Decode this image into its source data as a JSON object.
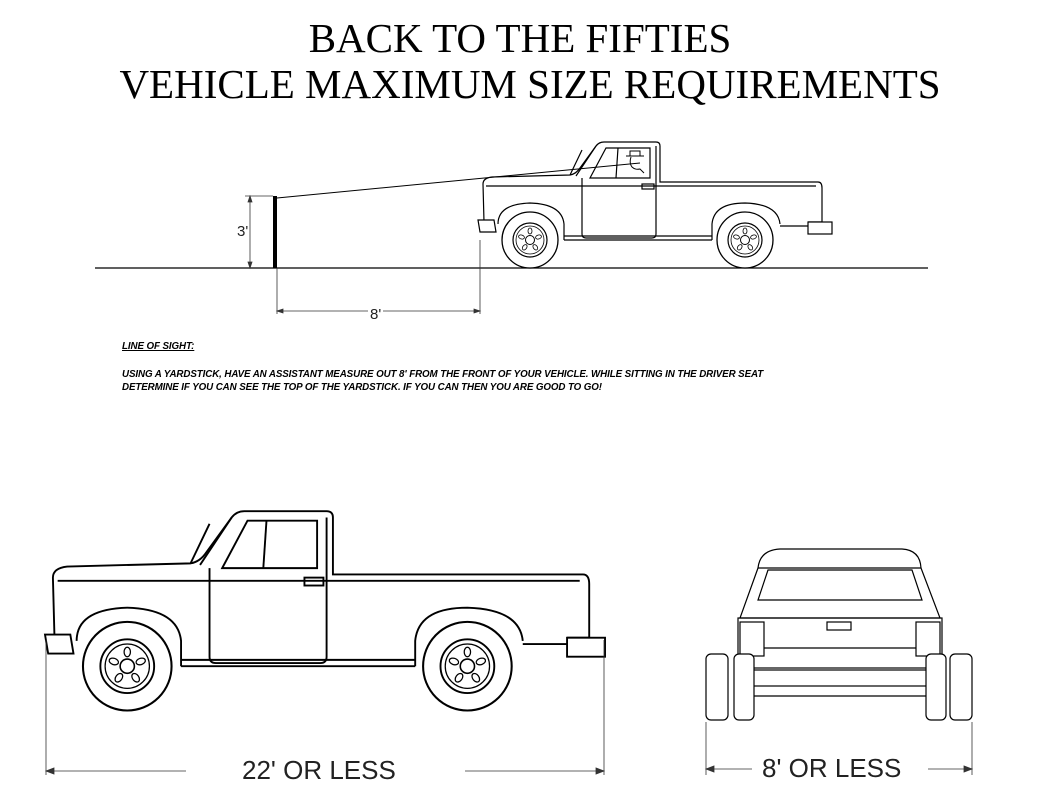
{
  "title": {
    "line1": "BACK TO THE FIFTIES",
    "line2": "VEHICLE MAXIMUM SIZE REQUIREMENTS"
  },
  "line_of_sight": {
    "heading": "LINE OF SIGHT:",
    "line1": "USING A YARDSTICK, HAVE AN ASSISTANT MEASURE OUT 8' FROM THE FRONT OF YOUR VEHICLE.  WHILE SITTING IN THE DRIVER SEAT",
    "line2": "DETERMINE IF YOU CAN SEE THE TOP OF THE YARDSTICK. IF YOU CAN THEN YOU ARE GOOD TO GO!"
  },
  "dimensions": {
    "yardstick_height": "3'",
    "distance": "8'",
    "length": "22' OR LESS",
    "width": "8' OR LESS"
  }
}
